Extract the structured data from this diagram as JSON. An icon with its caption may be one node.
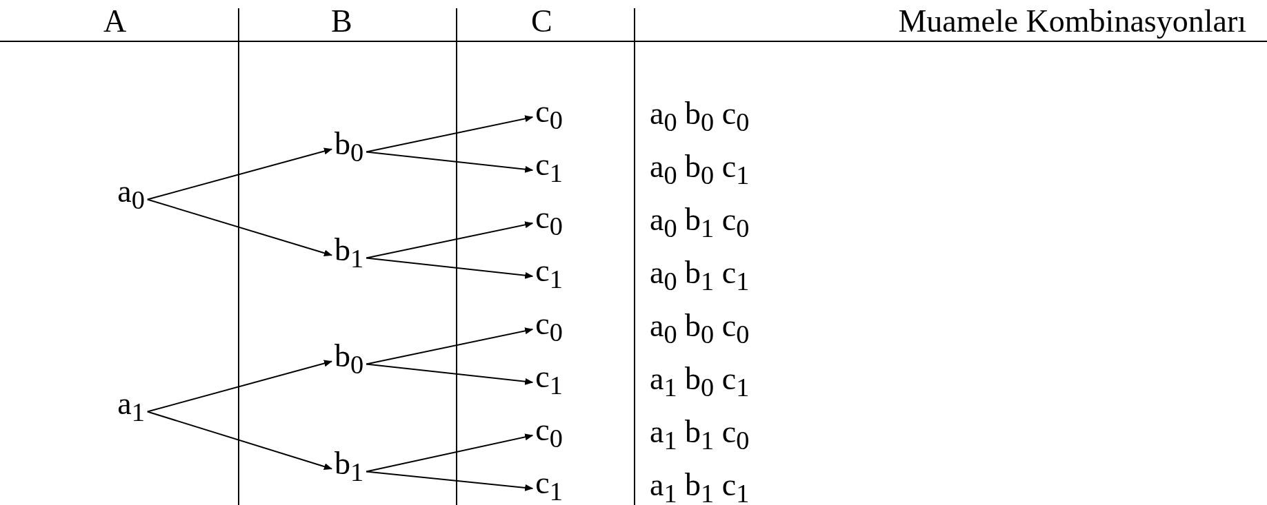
{
  "diagram": {
    "nodes": [
      {
        "text": [
          "a$_{0}$"
        ]
      },
      {
        "text": [
          "a$_{1}$"
        ]
      },
      {
        "text": [
          "b$_{0}$"
        ]
      },
      {
        "text": [
          "b$_{1}$"
        ]
      },
      {
        "text": [
          "b$_{0}$"
        ]
      },
      {
        "text": [
          "b$_{1}$"
        ]
      },
      {
        "text": [
          "c$_{0}$"
        ]
      },
      {
        "text": [
          "c$_{1}$"
        ]
      },
      {
        "text": [
          "c$_{0}$"
        ]
      },
      {
        "text": [
          "c$_{1}$"
        ]
      },
      {
        "text": [
          "c$_{0}$"
        ]
      },
      {
        "text": [
          "c$_{1}$"
        ]
      },
      {
        "text": [
          "c$_{0}$"
        ]
      },
      {
        "text": [
          "c$_{1}$"
        ]
      }
    ],
    "edges": [
      {
        "from": 0,
        "to": 2,
        "arrow": "to"
      },
      {
        "from": 0,
        "to": 3,
        "arrow": "to"
      },
      {
        "from": 1,
        "to": 4,
        "arrow": "to"
      },
      {
        "from": 1,
        "to": 5,
        "arrow": "to"
      },
      {
        "from": 2,
        "to": 6,
        "arrow": "to"
      },
      {
        "from": 2,
        "to": 7,
        "arrow": "to"
      },
      {
        "from": 3,
        "to": 8,
        "arrow": "to"
      },
      {
        "from": 3,
        "to": 9,
        "arrow": "to"
      },
      {
        "from": 4,
        "to": 10,
        "arrow": "to"
      },
      {
        "from": 4,
        "to": 11,
        "arrow": "to"
      },
      {
        "from": 5,
        "to": 12,
        "arrow": "to"
      },
      {
        "from": 5,
        "to": 13,
        "arrow": "to"
      }
    ],
    "labels": [
      "A",
      "B",
      "C",
      "Muamele Kombinasyonları",
      "a$_{0}$ b$_{0}$ c$_{0}$",
      "a$_{0}$ b$_{0}$ c$_{1}$",
      "a$_{0}$ b$_{1}$ c$_{0}$",
      "a$_{0}$ b$_{1}$ c$_{1}$",
      "a$_{0}$ b$_{0}$ c$_{0}$",
      "a$_{1}$ b$_{0}$ c$_{1}$",
      "a$_{1}$ b$_{1}$ c$_{0}$",
      "a$_{1}$ b$_{1}$ c$_{1}$"
    ]
  }
}
